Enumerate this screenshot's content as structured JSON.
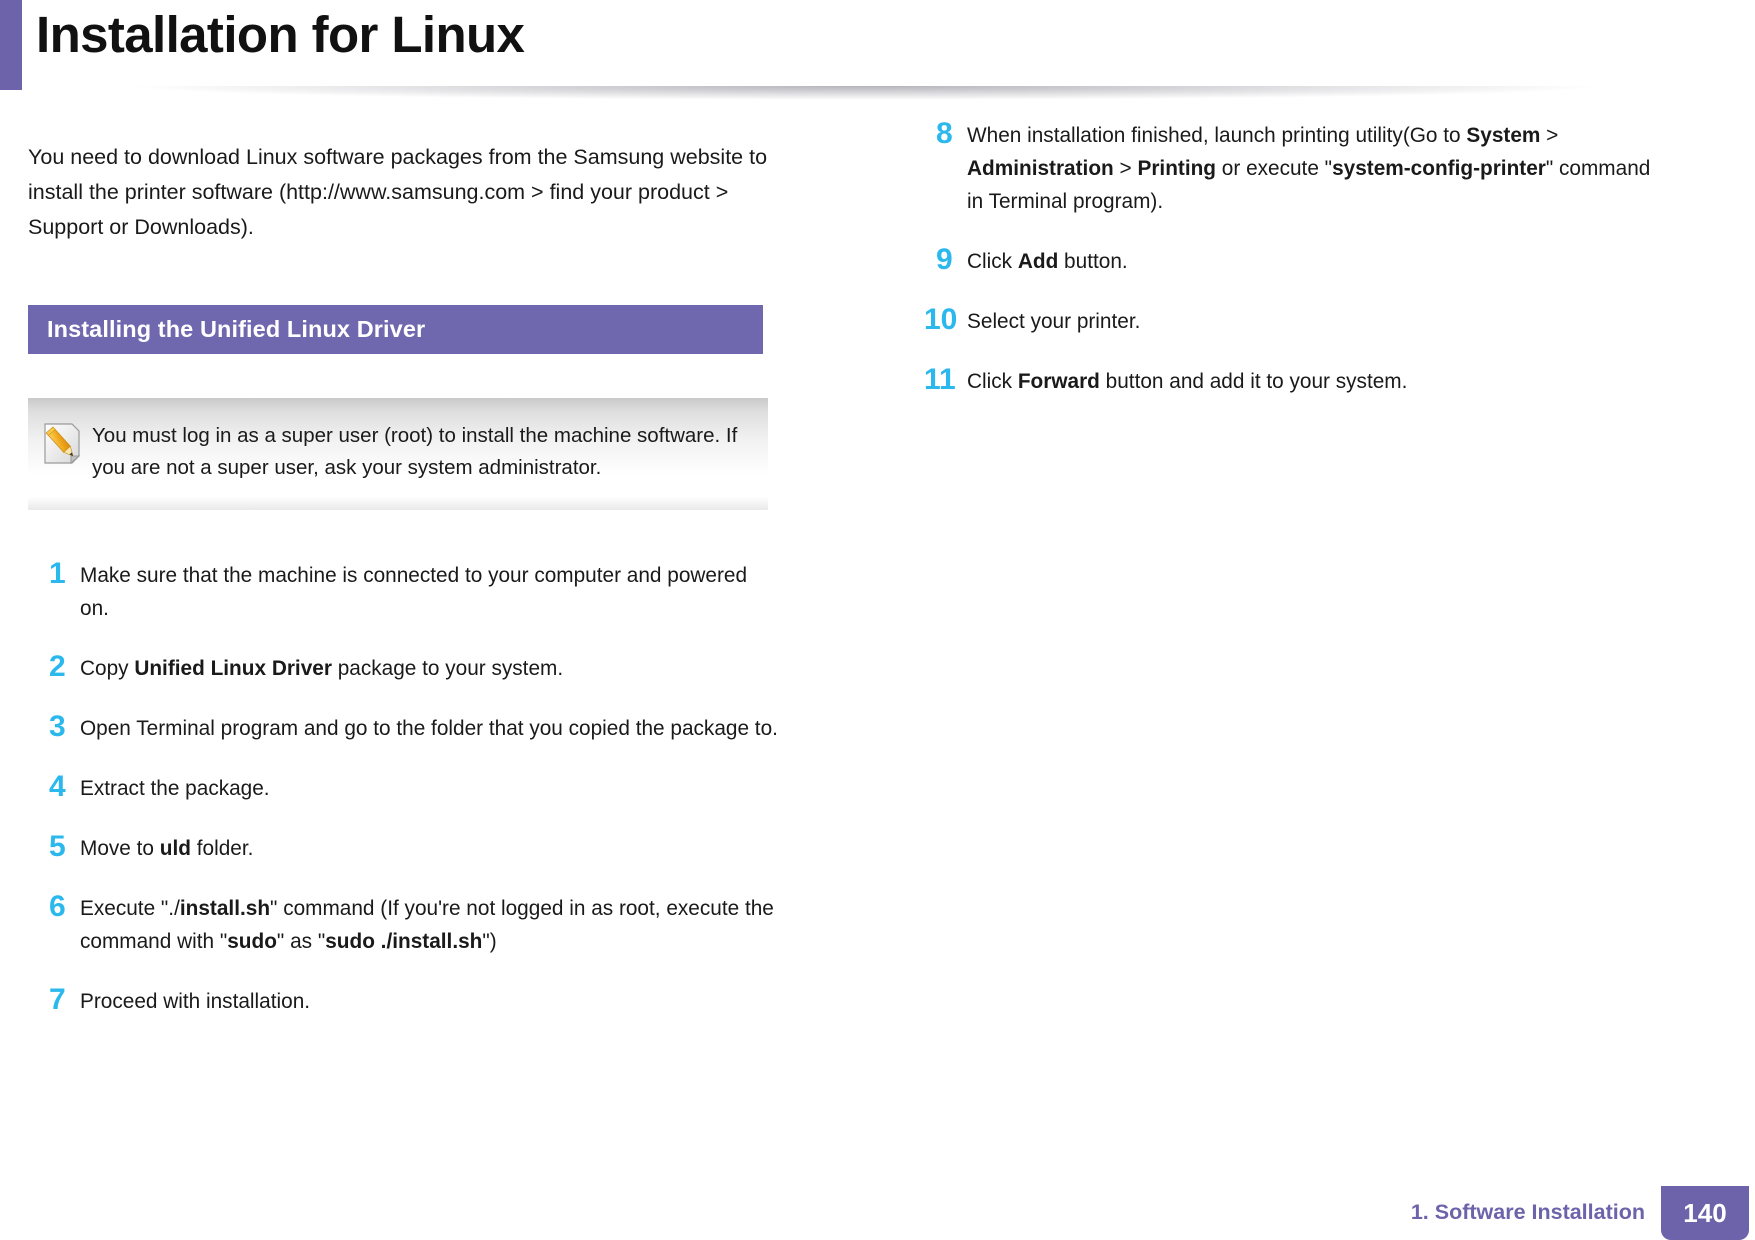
{
  "header": {
    "title": "Installation for Linux",
    "accent_color": "#6c63ab"
  },
  "intro": {
    "paragraph": "You need to download Linux software packages from the Samsung website to install the printer software (http://www.samsung.com > find your product > Support or Downloads)."
  },
  "section": {
    "heading": "Installing the Unified Linux Driver",
    "heading_bg_color": "#6f68ae",
    "heading_text_color": "#ffffff"
  },
  "note": {
    "icon": "note-pencil-icon",
    "text": "You must log in as a super user (root) to install the machine software. If you are not a super user, ask your system administrator."
  },
  "steps": {
    "number_color": "#2bb8ed",
    "left": [
      {
        "number": "1",
        "parts": [
          {
            "text": "Make sure that the machine is connected to your computer and powered on.",
            "bold": false
          }
        ]
      },
      {
        "number": "2",
        "parts": [
          {
            "text": "Copy ",
            "bold": false
          },
          {
            "text": "Unified Linux Driver",
            "bold": true
          },
          {
            "text": " package to your system.",
            "bold": false
          }
        ]
      },
      {
        "number": "3",
        "parts": [
          {
            "text": " Open Terminal program and go to the folder that you copied the package to.",
            "bold": false
          }
        ]
      },
      {
        "number": "4",
        "parts": [
          {
            "text": "Extract the package.",
            "bold": false
          }
        ]
      },
      {
        "number": "5",
        "parts": [
          {
            "text": "Move to ",
            "bold": false
          },
          {
            "text": "uld",
            "bold": true
          },
          {
            "text": " folder.",
            "bold": false
          }
        ]
      },
      {
        "number": "6",
        "parts": [
          {
            "text": "Execute \"./",
            "bold": false
          },
          {
            "text": "install.sh",
            "bold": true
          },
          {
            "text": "\" command (If you're not logged in as root, execute the command with \"",
            "bold": false
          },
          {
            "text": "sudo",
            "bold": true
          },
          {
            "text": "\" as \"",
            "bold": false
          },
          {
            "text": "sudo ./install.sh",
            "bold": true
          },
          {
            "text": "\")",
            "bold": false
          }
        ]
      },
      {
        "number": "7",
        "parts": [
          {
            "text": " Proceed with installation.",
            "bold": false
          }
        ]
      }
    ],
    "right": [
      {
        "number": "8",
        "parts": [
          {
            "text": "When installation finished, launch printing utility(Go to ",
            "bold": false
          },
          {
            "text": "System",
            "bold": true
          },
          {
            "text": " > ",
            "bold": false
          },
          {
            "text": "Administration",
            "bold": true
          },
          {
            "text": " > ",
            "bold": false
          },
          {
            "text": "Printing",
            "bold": true
          },
          {
            "text": " or execute \"",
            "bold": false
          },
          {
            "text": "system-config-printer",
            "bold": true
          },
          {
            "text": "\" command in Terminal program).",
            "bold": false
          }
        ]
      },
      {
        "number": "9",
        "parts": [
          {
            "text": "Click ",
            "bold": false
          },
          {
            "text": "Add",
            "bold": true
          },
          {
            "text": " button.",
            "bold": false
          }
        ]
      },
      {
        "number": "10",
        "parts": [
          {
            "text": "Select your printer.",
            "bold": false
          }
        ]
      },
      {
        "number": "11",
        "parts": [
          {
            "text": "Click ",
            "bold": false
          },
          {
            "text": "Forward",
            "bold": true
          },
          {
            "text": " button and add it to your system.",
            "bold": false
          }
        ]
      }
    ]
  },
  "footer": {
    "section_label": "1.  Software Installation",
    "page_number": "140",
    "badge_color": "#6c63ab",
    "label_color": "#6c63ab"
  }
}
